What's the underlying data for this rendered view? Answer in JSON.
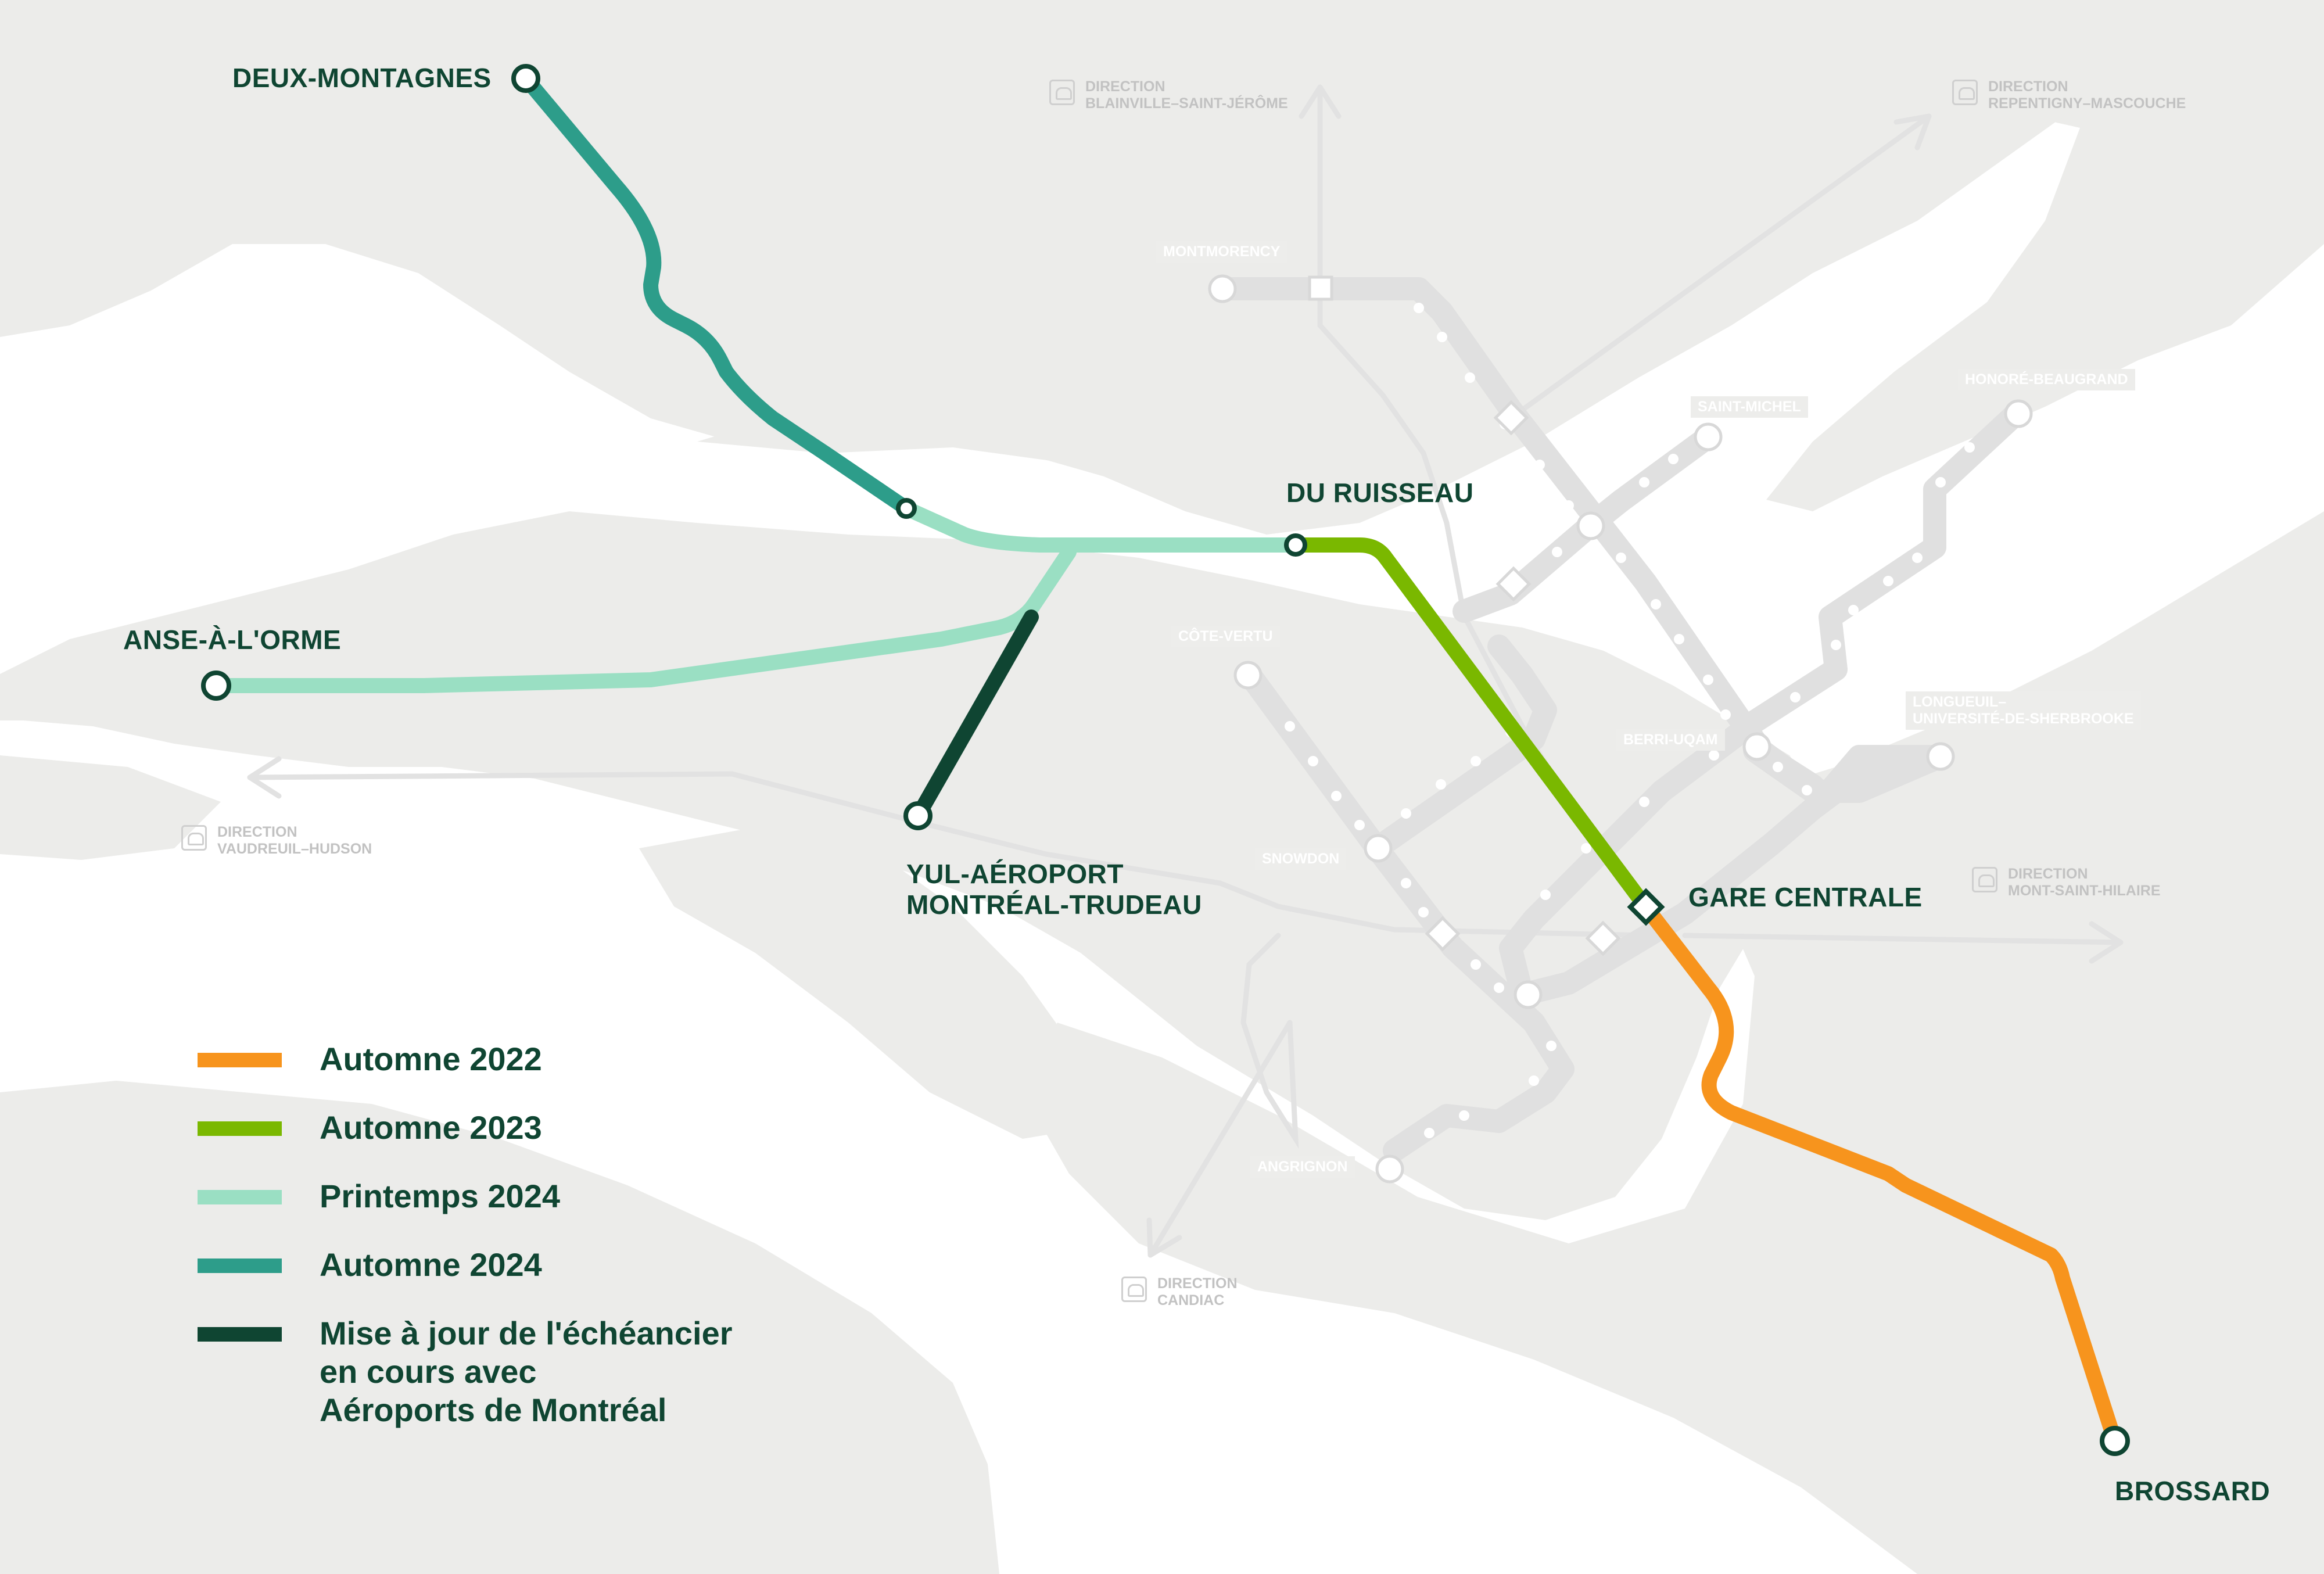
{
  "colors": {
    "land": "#ececea",
    "water": "#ffffff",
    "metro": "#e0e0e0",
    "text": "#0f4532",
    "autumn_2022": "#f7941d",
    "autumn_2023": "#7ab800",
    "spring_2024": "#9adfc3",
    "autumn_2024": "#2d9d8a",
    "pending": "#0f4532"
  },
  "stations": {
    "deux_montagnes": "DEUX-MONTAGNES",
    "anse_a_lorme": "ANSE-À-L'ORME",
    "yul_line1": "YUL-AÉROPORT",
    "yul_line2": "MONTRÉAL-TRUDEAU",
    "du_ruisseau": "DU RUISSEAU",
    "gare_centrale": "GARE CENTRALE",
    "brossard": "BROSSARD"
  },
  "metro_stations": {
    "montmorency": "MONTMORENCY",
    "saint_michel": "SAINT-MICHEL",
    "honore_beaugrand": "HONORÉ-BEAUGRAND",
    "cote_vertu": "CÔTE-VERTU",
    "berri_uqam": "BERRI-UQAM",
    "longueuil_1": "LONGUEUIL–",
    "longueuil_2": "UNIVERSITÉ-DE-SHERBROOKE",
    "snowdon": "SNOWDON",
    "angrignon": "ANGRIGNON"
  },
  "directions": {
    "label": "DIRECTION",
    "blainville": "BLAINVILLE–SAINT-JÉRÔME",
    "repentigny": "REPENTIGNY–MASCOUCHE",
    "vaudreuil": "VAUDREUIL–HUDSON",
    "mont_saint_hilaire": "MONT-SAINT-HILAIRE",
    "candiac": "CANDIAC"
  },
  "legend": [
    {
      "label": "Automne 2022",
      "color": "#f7941d"
    },
    {
      "label": "Automne 2023",
      "color": "#7ab800"
    },
    {
      "label": "Printemps 2024",
      "color": "#9adfc3"
    },
    {
      "label": "Automne 2024",
      "color": "#2d9d8a"
    },
    {
      "label": "Mise à jour de l'échéancier\nen cours avec\nAéroports de Montréal",
      "color": "#0f4532"
    }
  ]
}
